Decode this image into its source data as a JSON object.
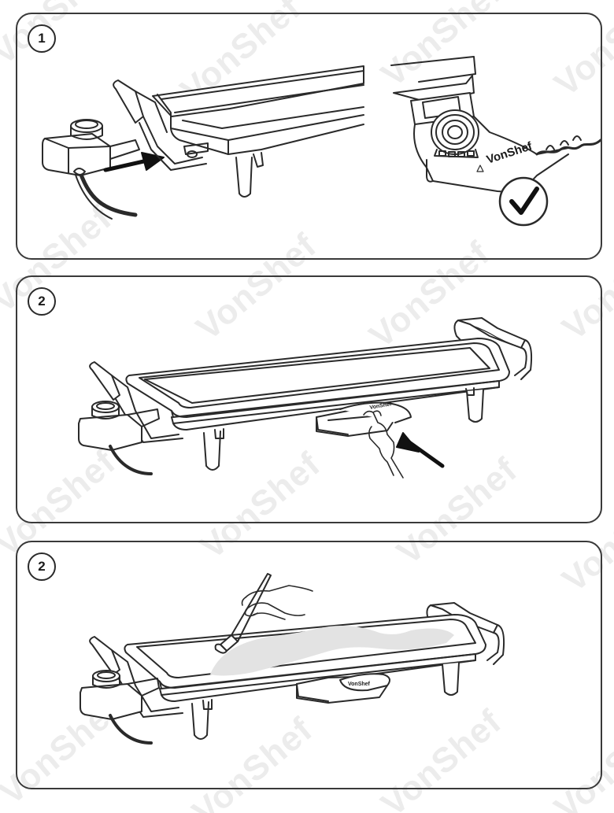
{
  "watermark_text": "VonShef",
  "steps": [
    {
      "number": "1",
      "brand_label": "VonShef"
    },
    {
      "number": "2",
      "brand_label": "VonShef"
    },
    {
      "number": "2",
      "brand_label": "VonShef"
    }
  ],
  "colors": {
    "outline": "#2a2a2a",
    "panel_border": "#3a3a3a",
    "watermark": "#ececec",
    "oil_shade": "#e3e3e3"
  }
}
